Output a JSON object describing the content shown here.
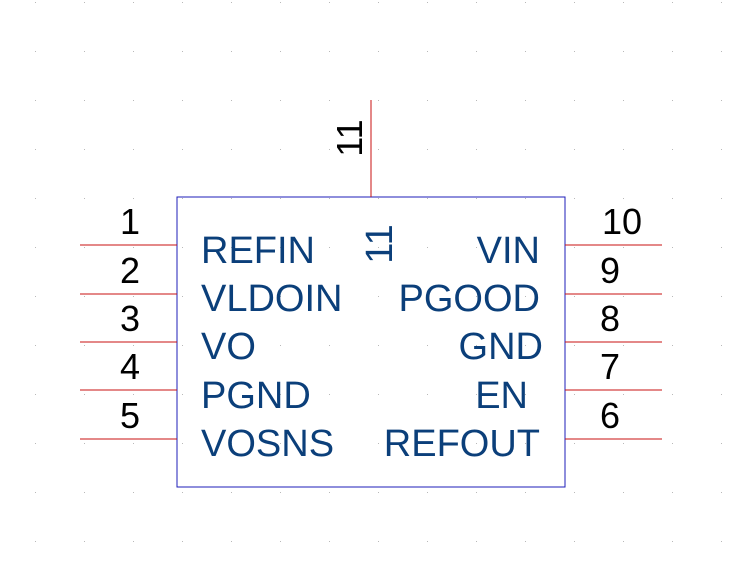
{
  "colors": {
    "background": "#ffffff",
    "grid_dot": "#b9b9b9",
    "body_outline": "#1c1cb8",
    "pin_line": "#c81010",
    "pin_number": "#000000",
    "pin_name": "#0b3f7a"
  },
  "component": {
    "pins": [
      {
        "number": "1",
        "name": "REFIN"
      },
      {
        "number": "2",
        "name": "VLDOIN"
      },
      {
        "number": "3",
        "name": "VO"
      },
      {
        "number": "4",
        "name": "PGND"
      },
      {
        "number": "5",
        "name": "VOSNS"
      },
      {
        "number": "6",
        "name": "REFOUT"
      },
      {
        "number": "7",
        "name": "EN"
      },
      {
        "number": "8",
        "name": "GND"
      },
      {
        "number": "9",
        "name": "PGOOD"
      },
      {
        "number": "10",
        "name": "VIN"
      },
      {
        "number": "11",
        "name": "11"
      }
    ]
  }
}
